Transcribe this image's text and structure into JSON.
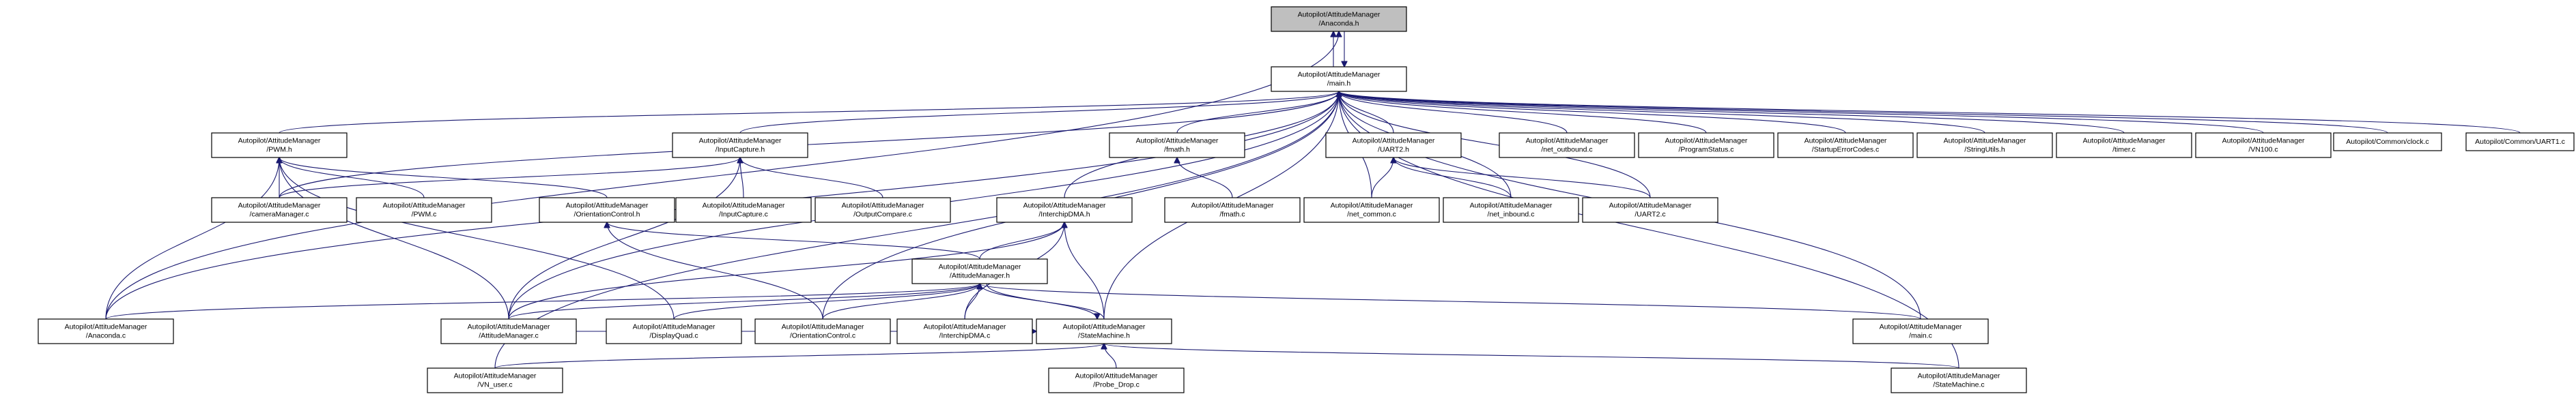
{
  "graph": {
    "nodes": [
      {
        "id": "anaconda_h",
        "lines": [
          "Autopilot/AttitudeManager",
          "/Anaconda.h"
        ],
        "root": true
      },
      {
        "id": "main_h",
        "lines": [
          "Autopilot/AttitudeManager",
          "/main.h"
        ]
      },
      {
        "id": "pwm_h",
        "lines": [
          "Autopilot/AttitudeManager",
          "/PWM.h"
        ]
      },
      {
        "id": "inputcapture_h",
        "lines": [
          "Autopilot/AttitudeManager",
          "/InputCapture.h"
        ]
      },
      {
        "id": "fmath_h",
        "lines": [
          "Autopilot/AttitudeManager",
          "/fmath.h"
        ]
      },
      {
        "id": "uart2_h",
        "lines": [
          "Autopilot/AttitudeManager",
          "/UART2.h"
        ]
      },
      {
        "id": "net_outbound_c",
        "lines": [
          "Autopilot/AttitudeManager",
          "/net_outbound.c"
        ]
      },
      {
        "id": "programstatus_c",
        "lines": [
          "Autopilot/AttitudeManager",
          "/ProgramStatus.c"
        ]
      },
      {
        "id": "startuperrorcodes_c",
        "lines": [
          "Autopilot/AttitudeManager",
          "/StartupErrorCodes.c"
        ]
      },
      {
        "id": "stringutils_h",
        "lines": [
          "Autopilot/AttitudeManager",
          "/StringUtils.h"
        ]
      },
      {
        "id": "timer_c",
        "lines": [
          "Autopilot/AttitudeManager",
          "/timer.c"
        ]
      },
      {
        "id": "vn100_c",
        "lines": [
          "Autopilot/AttitudeManager",
          "/VN100.c"
        ]
      },
      {
        "id": "clock_c",
        "lines": [
          "Autopilot/Common/clock.c"
        ]
      },
      {
        "id": "uart1_c",
        "lines": [
          "Autopilot/Common/UART1.c"
        ]
      },
      {
        "id": "cameramanager_c",
        "lines": [
          "Autopilot/AttitudeManager",
          "/cameraManager.c"
        ]
      },
      {
        "id": "pwm_c",
        "lines": [
          "Autopilot/AttitudeManager",
          "/PWM.c"
        ]
      },
      {
        "id": "orientationcontrol_h",
        "lines": [
          "Autopilot/AttitudeManager",
          "/OrientationControl.h"
        ]
      },
      {
        "id": "inputcapture_c",
        "lines": [
          "Autopilot/AttitudeManager",
          "/InputCapture.c"
        ]
      },
      {
        "id": "outputcompare_c",
        "lines": [
          "Autopilot/AttitudeManager",
          "/OutputCompare.c"
        ]
      },
      {
        "id": "interchipdma_h",
        "lines": [
          "Autopilot/AttitudeManager",
          "/InterchipDMA.h"
        ]
      },
      {
        "id": "fmath_c",
        "lines": [
          "Autopilot/AttitudeManager",
          "/fmath.c"
        ]
      },
      {
        "id": "net_common_c",
        "lines": [
          "Autopilot/AttitudeManager",
          "/net_common.c"
        ]
      },
      {
        "id": "net_inbound_c",
        "lines": [
          "Autopilot/AttitudeManager",
          "/net_inbound.c"
        ]
      },
      {
        "id": "uart2_c",
        "lines": [
          "Autopilot/AttitudeManager",
          "/UART2.c"
        ]
      },
      {
        "id": "attitudemanager_h",
        "lines": [
          "Autopilot/AttitudeManager",
          "/AttitudeManager.h"
        ]
      },
      {
        "id": "anaconda_c",
        "lines": [
          "Autopilot/AttitudeManager",
          "/Anaconda.c"
        ]
      },
      {
        "id": "attitudemanager_c",
        "lines": [
          "Autopilot/AttitudeManager",
          "/AttitudeManager.c"
        ]
      },
      {
        "id": "displayquad_c",
        "lines": [
          "Autopilot/AttitudeManager",
          "/DisplayQuad.c"
        ]
      },
      {
        "id": "orientationcontrol_c",
        "lines": [
          "Autopilot/AttitudeManager",
          "/OrientationControl.c"
        ]
      },
      {
        "id": "interchipdma_c",
        "lines": [
          "Autopilot/AttitudeManager",
          "/InterchipDMA.c"
        ]
      },
      {
        "id": "statemachine_h",
        "lines": [
          "Autopilot/AttitudeManager",
          "/StateMachine.h"
        ]
      },
      {
        "id": "main_c",
        "lines": [
          "Autopilot/AttitudeManager",
          "/main.c"
        ]
      },
      {
        "id": "vn_user_c",
        "lines": [
          "Autopilot/AttitudeManager",
          "/VN_user.c"
        ]
      },
      {
        "id": "probe_drop_c",
        "lines": [
          "Autopilot/AttitudeManager",
          "/Probe_Drop.c"
        ]
      },
      {
        "id": "statemachine_c",
        "lines": [
          "Autopilot/AttitudeManager",
          "/StateMachine.c"
        ]
      }
    ],
    "edges": [
      [
        "anaconda_h",
        "main_h"
      ],
      [
        "main_h",
        "anaconda_h"
      ],
      [
        "main_h",
        "pwm_h"
      ],
      [
        "main_h",
        "inputcapture_h"
      ],
      [
        "main_h",
        "fmath_h"
      ],
      [
        "main_h",
        "uart2_h"
      ],
      [
        "main_h",
        "net_outbound_c"
      ],
      [
        "main_h",
        "programstatus_c"
      ],
      [
        "main_h",
        "startuperrorcodes_c"
      ],
      [
        "main_h",
        "stringutils_h"
      ],
      [
        "main_h",
        "timer_c"
      ],
      [
        "main_h",
        "vn100_c"
      ],
      [
        "main_h",
        "clock_c"
      ],
      [
        "main_h",
        "uart1_c"
      ],
      [
        "main_h",
        "cameramanager_c"
      ],
      [
        "main_h",
        "interchipdma_h"
      ],
      [
        "main_h",
        "net_common_c"
      ],
      [
        "main_h",
        "net_inbound_c"
      ],
      [
        "main_h",
        "uart2_c"
      ],
      [
        "main_h",
        "anaconda_c"
      ],
      [
        "main_h",
        "attitudemanager_c"
      ],
      [
        "main_h",
        "orientationcontrol_c"
      ],
      [
        "main_h",
        "statemachine_h"
      ],
      [
        "main_h",
        "main_c"
      ],
      [
        "main_h",
        "vn_user_c"
      ],
      [
        "main_h",
        "statemachine_c"
      ],
      [
        "anaconda_h",
        "anaconda_c"
      ],
      [
        "pwm_h",
        "cameramanager_c"
      ],
      [
        "pwm_h",
        "pwm_c"
      ],
      [
        "pwm_h",
        "orientationcontrol_h"
      ],
      [
        "pwm_h",
        "anaconda_c"
      ],
      [
        "pwm_h",
        "attitudemanager_c"
      ],
      [
        "pwm_h",
        "displayquad_c"
      ],
      [
        "inputcapture_h",
        "cameramanager_c"
      ],
      [
        "inputcapture_h",
        "inputcapture_c"
      ],
      [
        "inputcapture_h",
        "outputcompare_c"
      ],
      [
        "inputcapture_h",
        "attitudemanager_c"
      ],
      [
        "fmath_h",
        "fmath_c"
      ],
      [
        "uart2_h",
        "net_common_c"
      ],
      [
        "uart2_h",
        "net_inbound_c"
      ],
      [
        "uart2_h",
        "uart2_c"
      ],
      [
        "orientationcontrol_h",
        "attitudemanager_h"
      ],
      [
        "orientationcontrol_h",
        "orientationcontrol_c"
      ],
      [
        "interchipdma_h",
        "attitudemanager_h"
      ],
      [
        "interchipdma_h",
        "attitudemanager_c"
      ],
      [
        "interchipdma_h",
        "interchipdma_c"
      ],
      [
        "interchipdma_h",
        "statemachine_h"
      ],
      [
        "attitudemanager_h",
        "anaconda_c"
      ],
      [
        "attitudemanager_h",
        "attitudemanager_c"
      ],
      [
        "attitudemanager_h",
        "displayquad_c"
      ],
      [
        "attitudemanager_h",
        "orientationcontrol_c"
      ],
      [
        "attitudemanager_h",
        "interchipdma_c"
      ],
      [
        "attitudemanager_h",
        "statemachine_h"
      ],
      [
        "attitudemanager_h",
        "main_c"
      ],
      [
        "statemachine_h",
        "attitudemanager_h"
      ],
      [
        "statemachine_h",
        "attitudemanager_c"
      ],
      [
        "statemachine_h",
        "vn_user_c"
      ],
      [
        "statemachine_h",
        "probe_drop_c"
      ],
      [
        "statemachine_h",
        "statemachine_c"
      ]
    ]
  }
}
